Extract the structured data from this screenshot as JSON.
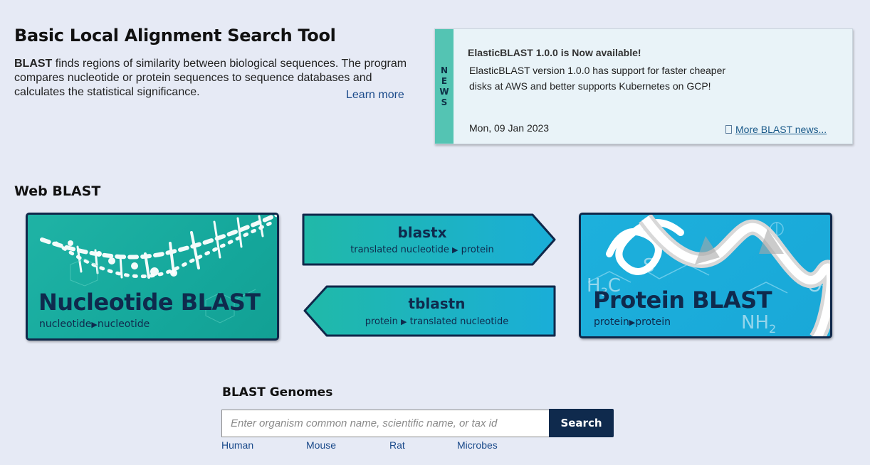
{
  "intro": {
    "title": "Basic Local Alignment Search Tool",
    "lead_bold": "BLAST",
    "lead_text": " finds regions of similarity between biological sequences. The program compares nucleotide or protein sequences to sequence databases and calculates the statistical significance.",
    "learn_more": "Learn more"
  },
  "news": {
    "strip_letters": [
      "N",
      "E",
      "W",
      "S"
    ],
    "title": "ElasticBLAST 1.0.0 is Now available!",
    "body": "ElasticBLAST version 1.0.0 has support for faster cheaper disks at AWS and better supports Kubernetes on GCP!",
    "date": "Mon, 09 Jan 2023",
    "more": "More BLAST news..."
  },
  "web_blast": {
    "title": "Web BLAST",
    "nucleotide": {
      "title": "Nucleotide BLAST",
      "sub_a": "nucleotide",
      "sub_b": "nucleotide"
    },
    "blastx": {
      "title": "blastx",
      "sub_a": "translated nucleotide",
      "sub_b": "protein"
    },
    "tblastn": {
      "title": "tblastn",
      "sub_a": "protein",
      "sub_b": "translated nucleotide"
    },
    "protein": {
      "title": "Protein BLAST",
      "sub_a": "protein",
      "sub_b": "protein"
    }
  },
  "genomes": {
    "title": "BLAST Genomes",
    "placeholder": "Enter organism common name, scientific name, or tax id",
    "search_label": "Search",
    "links": [
      "Human",
      "Mouse",
      "Rat",
      "Microbes"
    ]
  },
  "colors": {
    "page_bg": "#e6eaf5",
    "navy": "#0f2a4d",
    "teal": "#1fb3a5",
    "cyan": "#1db0dc",
    "news_strip": "#54c4b3",
    "link": "#1a4a8a"
  },
  "icons": {
    "right_triangle": "▶",
    "more_news": "document-icon"
  }
}
